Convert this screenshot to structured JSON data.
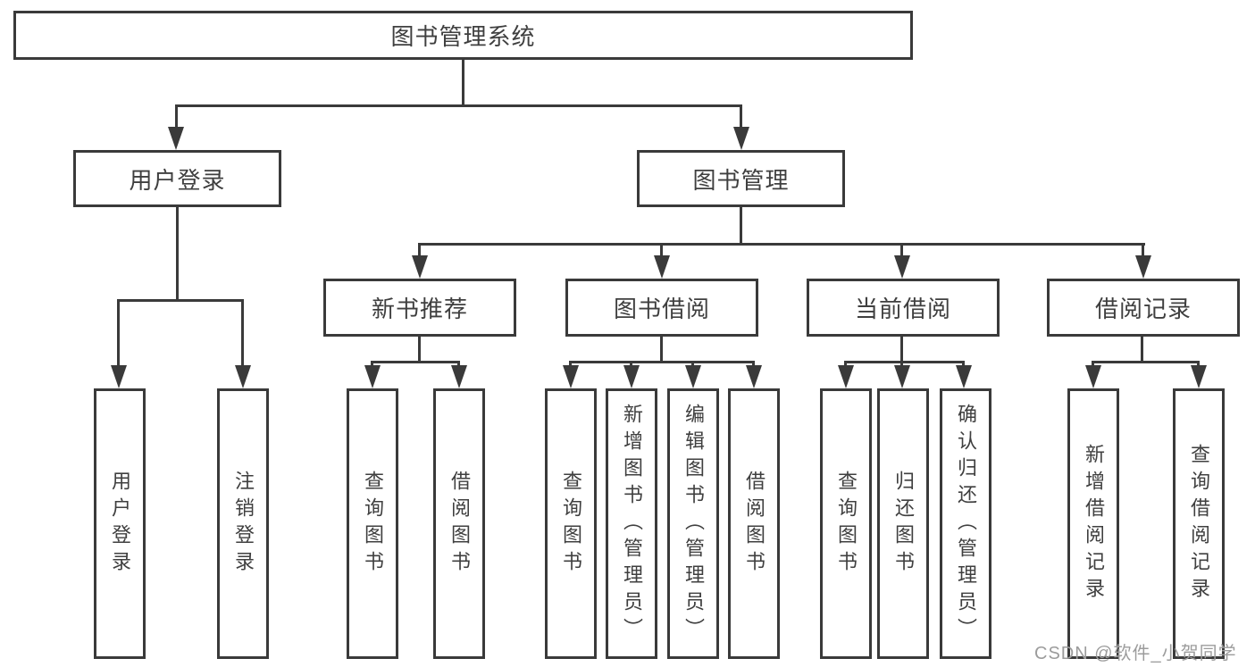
{
  "colors": {
    "line": "#3a3a3a",
    "text": "#3f3f3f",
    "watermark": "#9c9c9c",
    "background": "#ffffff"
  },
  "nodes": {
    "root": {
      "label": "图书管理系统"
    },
    "level2": [
      {
        "label": "用户登录"
      },
      {
        "label": "图书管理"
      }
    ],
    "level3": [
      {
        "label": "新书推荐"
      },
      {
        "label": "图书借阅"
      },
      {
        "label": "当前借阅"
      },
      {
        "label": "借阅记录"
      }
    ],
    "leaves": [
      {
        "label": "用户登录"
      },
      {
        "label": "注销登录"
      },
      {
        "label": "查询图书"
      },
      {
        "label": "借阅图书"
      },
      {
        "label": "查询图书"
      },
      {
        "label": "新增图书（管理员）"
      },
      {
        "label": "编辑图书（管理员）"
      },
      {
        "label": "借阅图书"
      },
      {
        "label": "查询图书"
      },
      {
        "label": "归还图书"
      },
      {
        "label": "确认归还（管理员）"
      },
      {
        "label": "新增借阅记录"
      },
      {
        "label": "查询借阅记录"
      }
    ]
  },
  "watermark": {
    "text": "CSDN @软件_小贺同学"
  }
}
